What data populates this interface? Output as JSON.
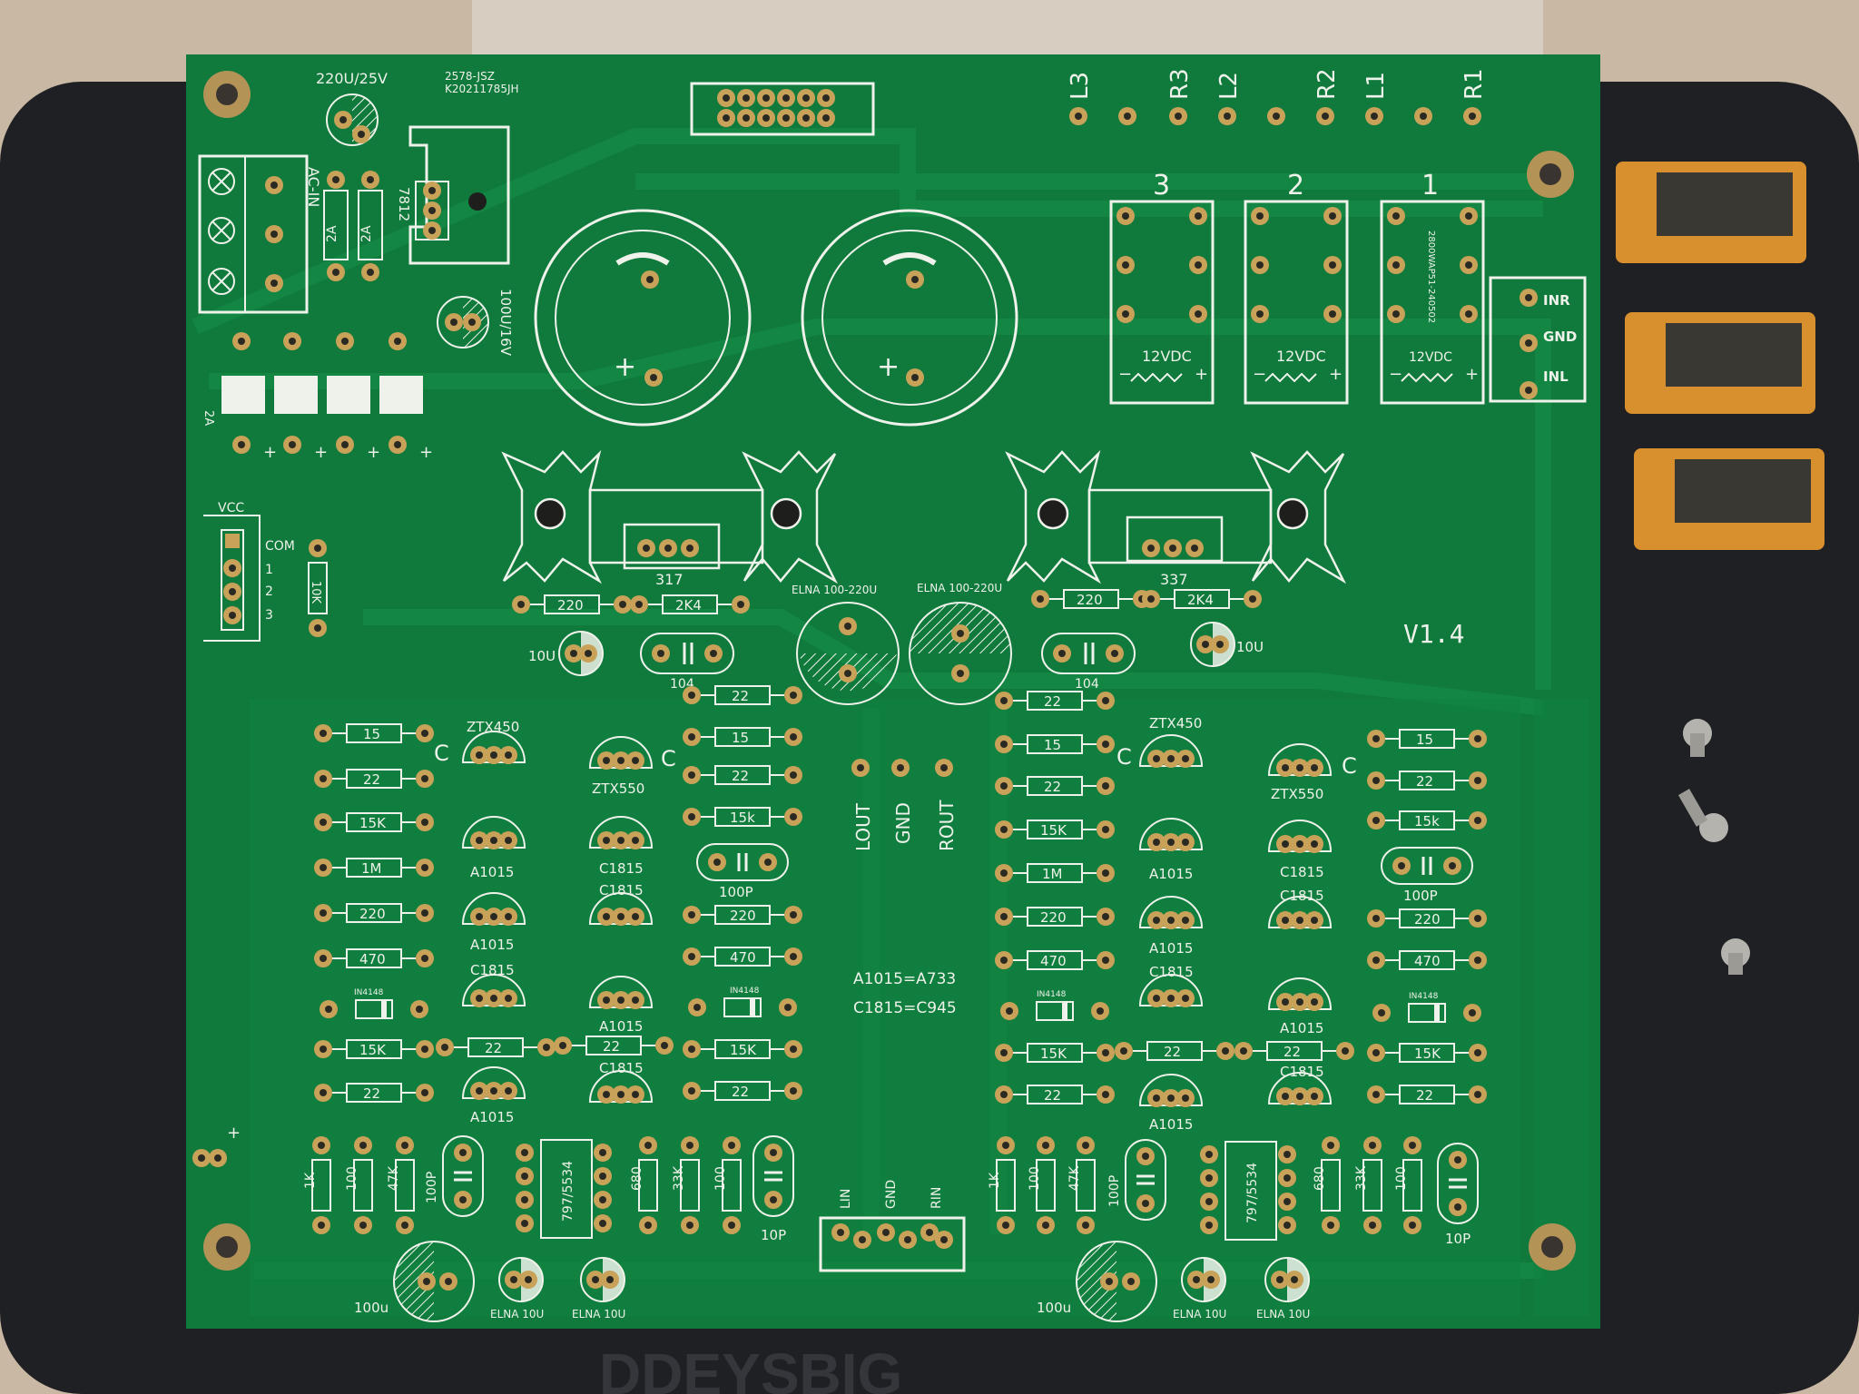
{
  "board": {
    "version": "V1.4",
    "header_labels": [
      "L3",
      "R3",
      "L2",
      "R2",
      "L1",
      "R1"
    ],
    "relay_numbers": [
      "3",
      "2",
      "1"
    ],
    "relay_rating": "12VDC",
    "relay_part": "2800WAP51-240502",
    "relay_minus": "−",
    "relay_plus": "+",
    "top_left": {
      "cap_rating": "220U/25V",
      "board_code_1": "2578-JSZ",
      "board_code_2": "K20211785JH",
      "ac_in": "AC-IN",
      "fuse": "2A",
      "regulator": "7812",
      "cap_small": "100U/16V",
      "bridge_fuse": "2A",
      "plus": "+",
      "minus": "−"
    },
    "vcc_header": {
      "title": "VCC",
      "pins": [
        "COM",
        "1",
        "2",
        "3"
      ],
      "resistor": "10K"
    },
    "input_header": [
      "INR",
      "GND",
      "INL"
    ],
    "regulators": {
      "left": "317",
      "right": "337",
      "res_220": "220",
      "res_2k4": "2K4",
      "cap_10u": "10U",
      "cap_104": "104",
      "elna_label": "ELNA 100-220U"
    },
    "output_header": [
      "LOUT",
      "GND",
      "ROUT"
    ],
    "input_bottom": [
      "LIN",
      "GND",
      "RIN"
    ],
    "notes": [
      "A1015=A733",
      "C1815=C945"
    ],
    "left_channel": {
      "resistors_left": [
        "15",
        "22",
        "15K",
        "1M",
        "220",
        "470",
        "IN4148",
        "15K",
        "22"
      ],
      "resistors_mid": [
        "22",
        "15",
        "22",
        "15k",
        "100P",
        "220",
        "470",
        "IN4148",
        "15K",
        "22"
      ],
      "mid_22": [
        "22",
        "22"
      ],
      "transistors_a": [
        "ZTX450",
        "A1015",
        "A1015",
        "C1815",
        "A1015"
      ],
      "transistors_b": [
        "ZTX550",
        "C1815",
        "C1815",
        "A1015",
        "C1815"
      ],
      "c_mark": "C",
      "bottom_row": [
        "1K",
        "100",
        "47K",
        "100P",
        "797/5534",
        "680",
        "33K",
        "100",
        "10P"
      ],
      "caps_bottom": [
        "100u",
        "ELNA 10U",
        "ELNA 10U"
      ]
    },
    "right_channel": {
      "resistors_left": [
        "22",
        "15",
        "22",
        "15K",
        "1M",
        "220",
        "470",
        "IN4148",
        "15K",
        "22"
      ],
      "resistors_right": [
        "15",
        "22",
        "15k",
        "100P",
        "220",
        "470",
        "IN4148",
        "15K",
        "22"
      ],
      "mid_22": [
        "22",
        "22"
      ],
      "transistors_a": [
        "ZTX450",
        "A1015",
        "A1015",
        "C1815",
        "A1015"
      ],
      "transistors_b": [
        "ZTX550",
        "C1815",
        "C1815",
        "A1015",
        "C1815"
      ],
      "c_mark": "C",
      "bottom_row": [
        "1K",
        "100",
        "47K",
        "100P",
        "797/5534",
        "680",
        "33K",
        "100",
        "10P"
      ],
      "caps_bottom": [
        "100u",
        "ELNA 10U",
        "ELNA 10U"
      ]
    },
    "plus_mark": "+",
    "workbench_brand": "DDEYSBIG"
  },
  "colors": {
    "solder_mask": "#0f7a3c",
    "copper_trace": "#12843f",
    "silkscreen": "#eef2ea",
    "pad_gold": "#c9a25a",
    "mat": "#1f2024",
    "relay": "#d8902f"
  }
}
